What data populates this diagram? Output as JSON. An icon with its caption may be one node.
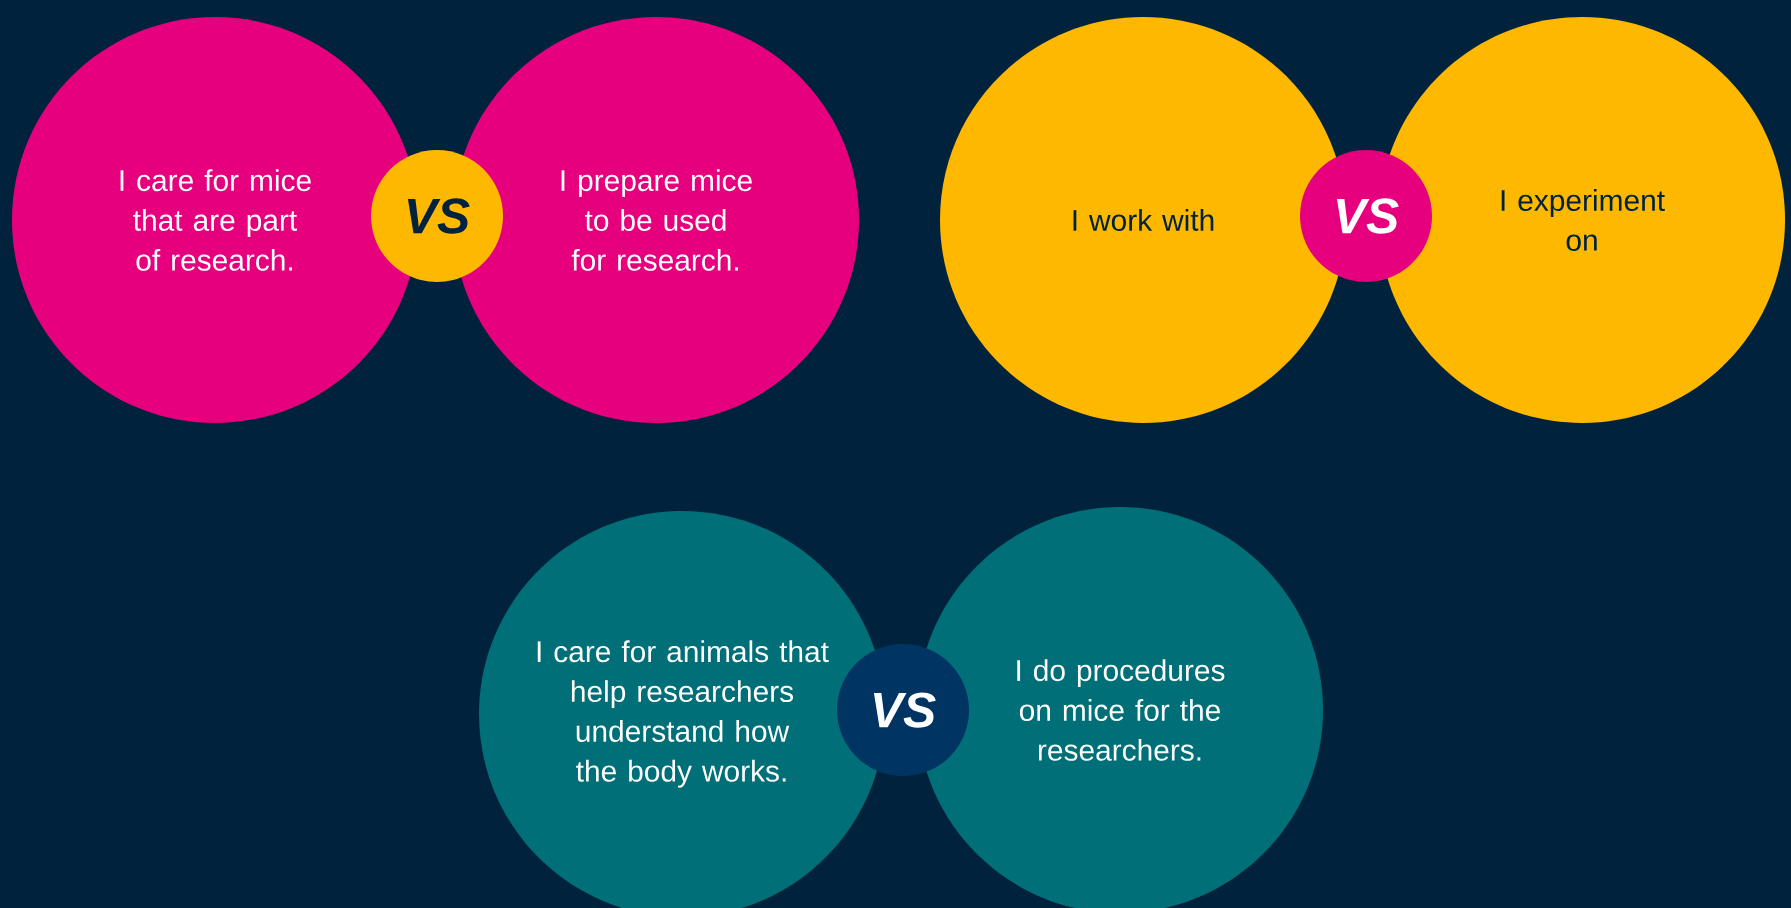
{
  "diagram": {
    "nodes": [
      {
        "text": [
          "I care for mice that are part of research."
        ]
      },
      {
        "text": [
          "VS"
        ]
      },
      {
        "text": [
          "I prepare mice to be used for research."
        ]
      },
      {
        "text": [
          "I work with"
        ]
      },
      {
        "text": [
          "VS"
        ]
      },
      {
        "text": [
          "I experiment on"
        ]
      },
      {
        "text": [
          "I care for animals that help researchers understand how the body works."
        ]
      },
      {
        "text": [
          "VS"
        ]
      },
      {
        "text": [
          "I do procedures on mice for the researchers."
        ]
      }
    ]
  }
}
